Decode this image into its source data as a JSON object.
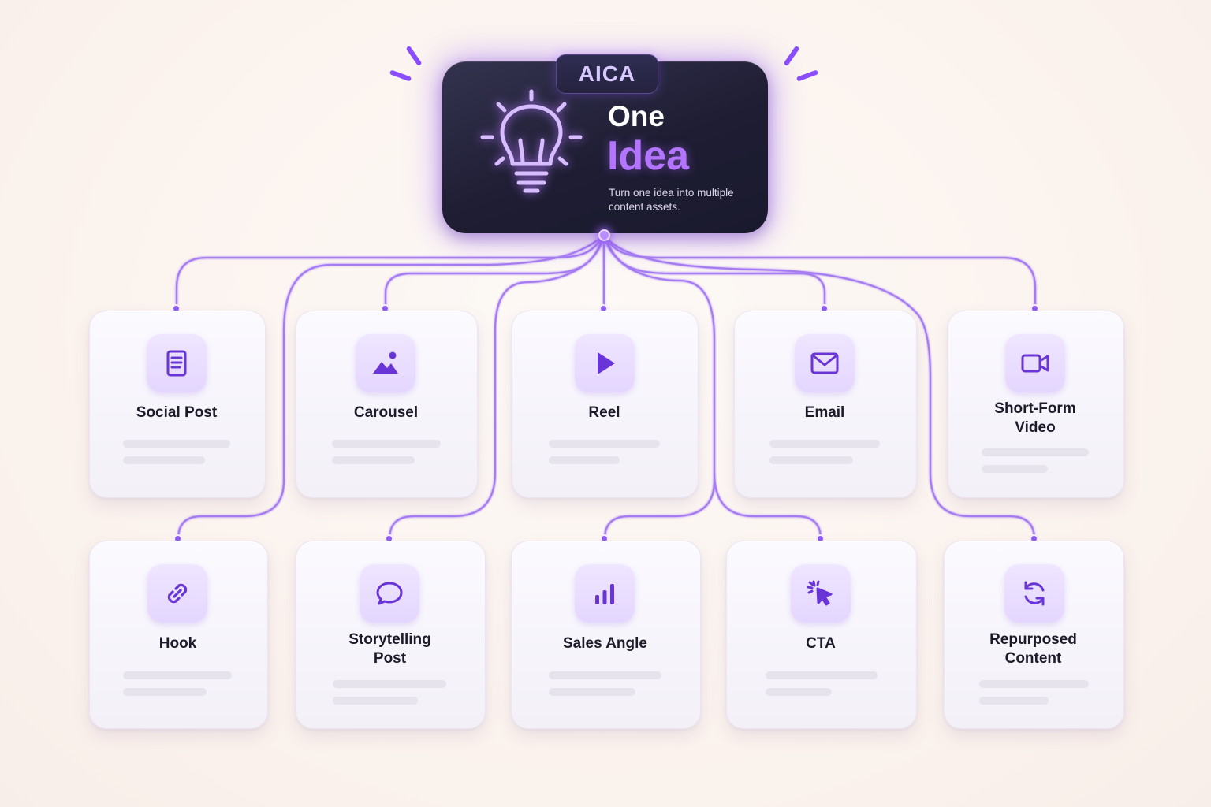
{
  "hub": {
    "brand": "AICA",
    "title_line1": "One",
    "title_line2": "Idea",
    "description": "Turn one idea into multiple content assets.",
    "icon": "lightbulb-icon"
  },
  "colors": {
    "accent": "#8f5bf0",
    "hub_background": "#1e1d33",
    "idea_text": "#b374ff",
    "card_background": "#f7f5fb"
  },
  "row1": [
    {
      "label": "Social Post",
      "icon": "document-icon"
    },
    {
      "label": "Carousel",
      "icon": "image-icon"
    },
    {
      "label": "Reel",
      "icon": "play-icon"
    },
    {
      "label": "Email",
      "icon": "mail-icon"
    },
    {
      "label": "Short-Form\nVideo",
      "icon": "video-camera-icon"
    }
  ],
  "row2": [
    {
      "label": "Hook",
      "icon": "link-icon"
    },
    {
      "label": "Storytelling\nPost",
      "icon": "chat-bubble-icon"
    },
    {
      "label": "Sales Angle",
      "icon": "bar-chart-icon"
    },
    {
      "label": "CTA",
      "icon": "cursor-click-icon"
    },
    {
      "label": "Repurposed\nContent",
      "icon": "refresh-icon"
    }
  ]
}
